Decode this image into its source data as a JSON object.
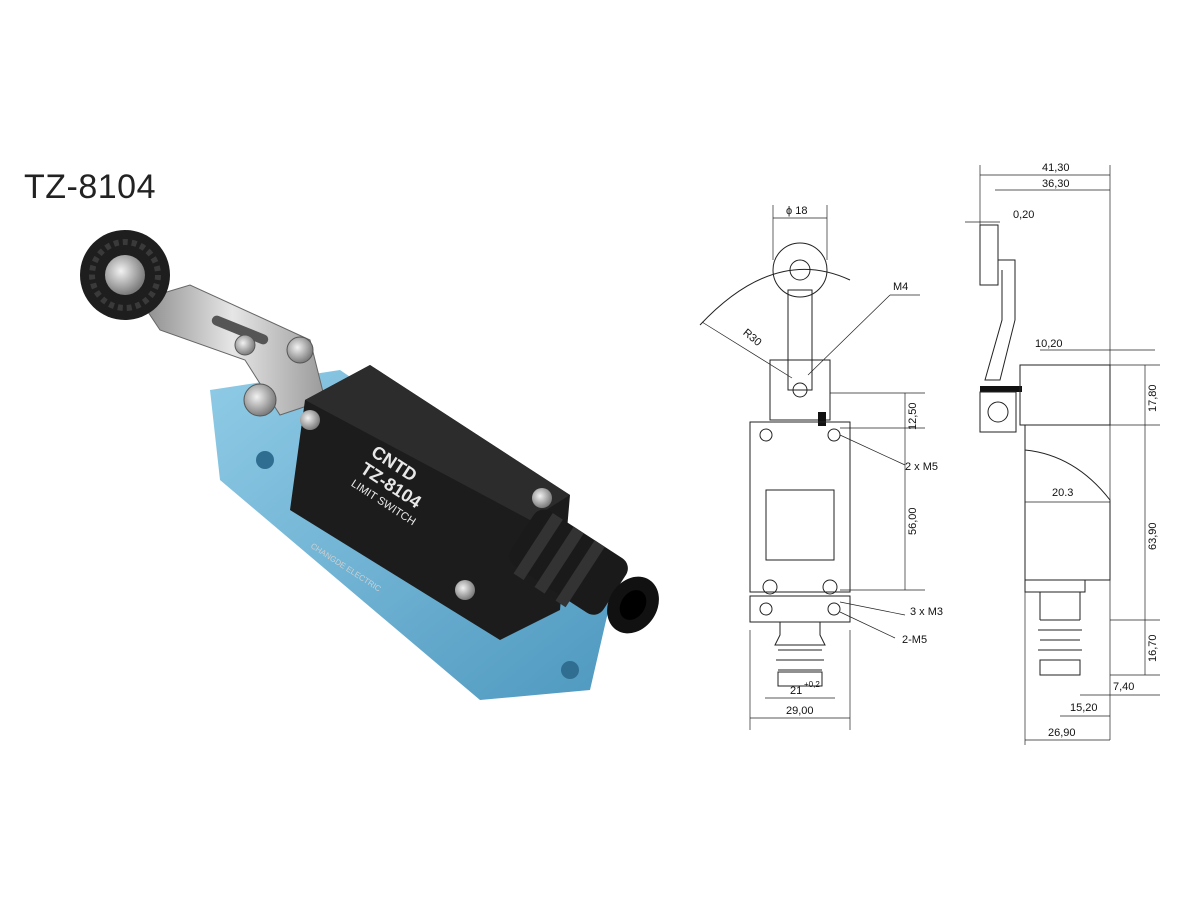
{
  "title": "TZ-8104",
  "switch_label": {
    "brand": "CNTD",
    "model": "TZ-8104",
    "type": "LIMIT SWITCH",
    "maker": "CHANGDE ELECTRIC"
  },
  "dimensions": {
    "roller_dia": "ϕ 18",
    "lever_thread": "M4",
    "lever_radius": "R30",
    "dim_12_50": "12,50",
    "dim_2xM5": "2 x M5",
    "dim_56_00": "56,00",
    "dim_3xM3": "3 x M3",
    "dim_2M5": "2-M5",
    "dim_21": "21",
    "dim_21_tol": "+0,2",
    "dim_29_00": "29,00",
    "dim_41_30": "41,30",
    "dim_36_30": "36,30",
    "dim_0_20": "0,20",
    "dim_10_20": "10,20",
    "dim_17_80": "17,80",
    "dim_20_3": "20.3",
    "dim_63_90": "63,90",
    "dim_16_70": "16,70",
    "dim_7_40": "7,40",
    "dim_15_20": "15,20",
    "dim_26_90": "26,90"
  },
  "colors": {
    "body_black": "#1c1c1c",
    "base_blue": "#6fb6d8",
    "lever_steel": "#b7b7b7"
  }
}
